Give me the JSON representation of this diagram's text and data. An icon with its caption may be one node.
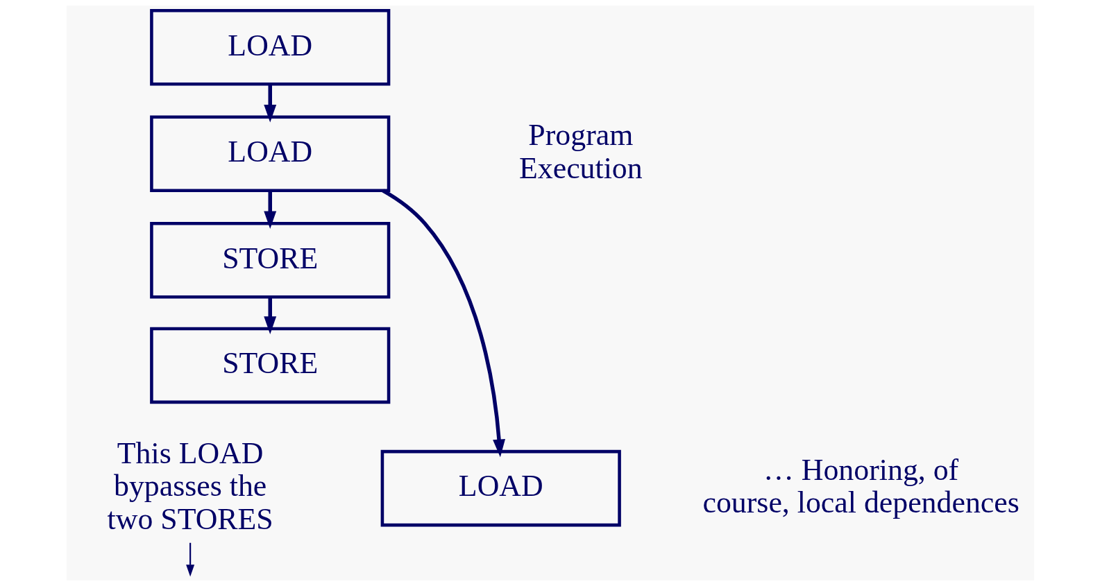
{
  "diagram": {
    "nodes": [
      {
        "text": [
          "LOAD"
        ]
      },
      {
        "text": [
          "LOAD"
        ]
      },
      {
        "text": [
          "STORE"
        ]
      },
      {
        "text": [
          "STORE"
        ]
      },
      {
        "text": [
          "LOAD"
        ]
      },
      {
        "text": [
          "This LOAD bypasses the two STORES"
        ]
      }
    ],
    "edges": [
      {
        "from": 0,
        "to": 1,
        "arrow": "to"
      },
      {
        "from": 1,
        "to": 2,
        "arrow": "to"
      },
      {
        "from": 2,
        "to": 3,
        "arrow": "to"
      },
      {
        "from": 1,
        "to": 4,
        "arrow": "to"
      },
      {
        "from": 5,
        "to": null,
        "arrow": "to"
      }
    ],
    "labels": [
      "Program Execution",
      "… Honoring, of course, local dependences"
    ]
  }
}
